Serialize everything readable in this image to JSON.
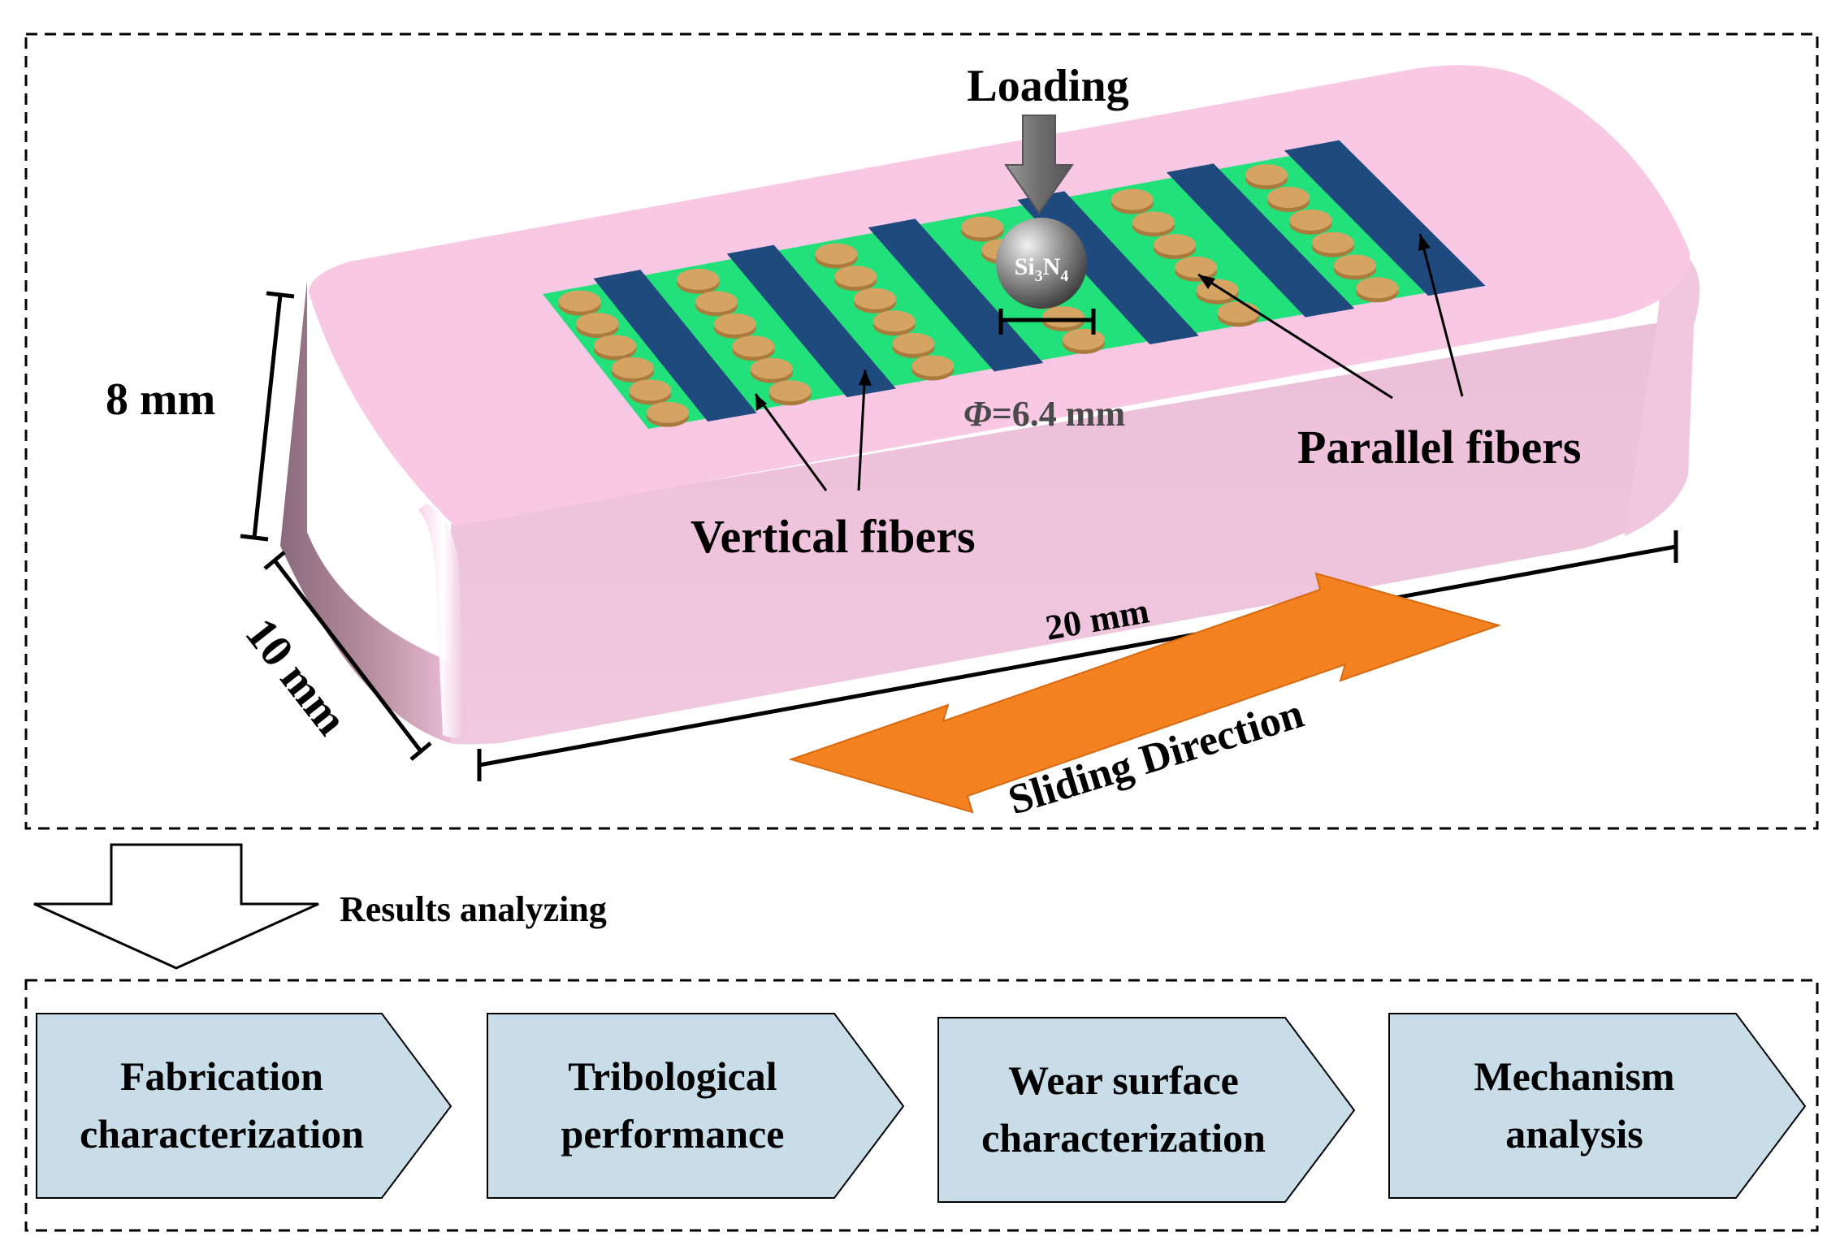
{
  "specimen": {
    "load_label": "Loading",
    "ball_label": {
      "base1": "Si",
      "sub1": "3",
      "base2": "N",
      "sub2": "4"
    },
    "diameter_label": {
      "symbol": "Φ",
      "value": "=6.4 mm"
    },
    "height_label": "8 mm",
    "width_label": "10 mm",
    "length_label": "20 mm",
    "sliding_label": "Sliding Direction",
    "vertical_fibers_label": "Vertical fibers",
    "parallel_fibers_label": "Parallel fibers"
  },
  "flow": {
    "arrow_label": "Results analyzing",
    "steps": [
      {
        "line1": "Fabrication",
        "line2": "characterization"
      },
      {
        "line1": "Tribological",
        "line2": "performance"
      },
      {
        "line1": "Wear surface",
        "line2": "characterization"
      },
      {
        "line1": "Mechanism",
        "line2": "analysis"
      }
    ]
  },
  "colors": {
    "block_top": "#f9c8e4",
    "block_front": "#eec3dc",
    "block_side_dark": "#8f6f80",
    "matrix_green": "#22e07a",
    "fiber_blue": "#1f4a7e",
    "fiber_end": "#d5a463",
    "ball": "#8c8c8c",
    "load_arrow": "#7a7a7a",
    "sliding_arrow": "#f58220",
    "step_fill": "#c9dde9"
  }
}
